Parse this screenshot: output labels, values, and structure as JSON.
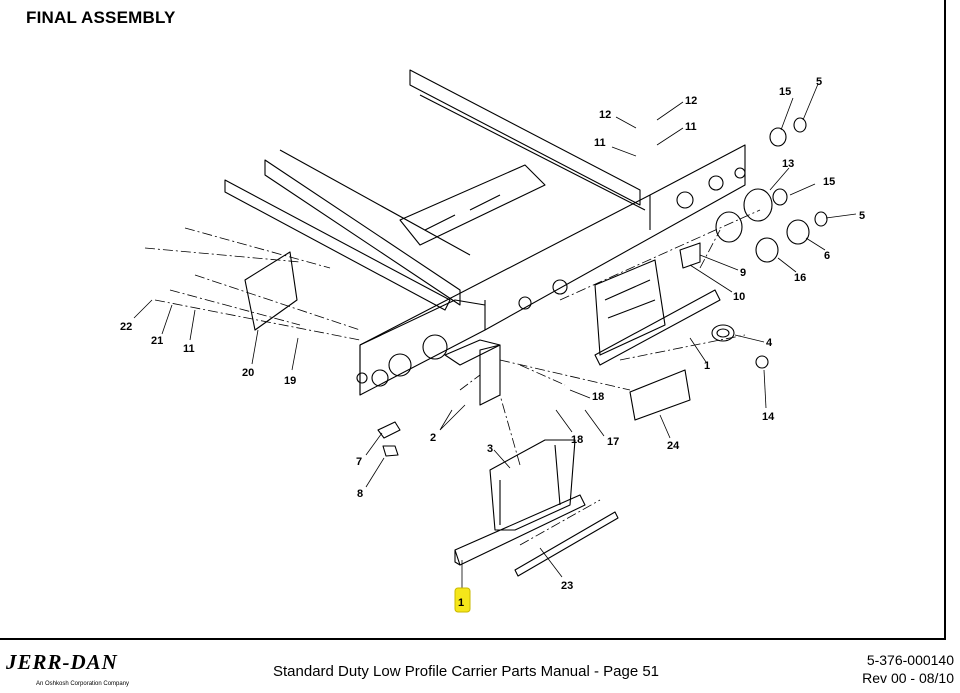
{
  "title": "FINAL ASSEMBLY",
  "callouts": [
    {
      "id": "c22",
      "label": "22"
    },
    {
      "id": "c21",
      "label": "21"
    },
    {
      "id": "c11a",
      "label": "11"
    },
    {
      "id": "c20",
      "label": "20"
    },
    {
      "id": "c19",
      "label": "19"
    },
    {
      "id": "c7",
      "label": "7"
    },
    {
      "id": "c8",
      "label": "8"
    },
    {
      "id": "c2",
      "label": "2"
    },
    {
      "id": "c3",
      "label": "3"
    },
    {
      "id": "c18a",
      "label": "18"
    },
    {
      "id": "c18b",
      "label": "18"
    },
    {
      "id": "c17",
      "label": "17"
    },
    {
      "id": "c24",
      "label": "24"
    },
    {
      "id": "c23",
      "label": "23"
    },
    {
      "id": "c1a",
      "label": "1"
    },
    {
      "id": "c1b",
      "label": "1"
    },
    {
      "id": "c14",
      "label": "14"
    },
    {
      "id": "c4",
      "label": "4"
    },
    {
      "id": "c9",
      "label": "9"
    },
    {
      "id": "c10",
      "label": "10"
    },
    {
      "id": "c16",
      "label": "16"
    },
    {
      "id": "c6",
      "label": "6"
    },
    {
      "id": "c5a",
      "label": "5"
    },
    {
      "id": "c15a",
      "label": "15"
    },
    {
      "id": "c13",
      "label": "13"
    },
    {
      "id": "c15b",
      "label": "15"
    },
    {
      "id": "c5b",
      "label": "5"
    },
    {
      "id": "c12a",
      "label": "12"
    },
    {
      "id": "c12b",
      "label": "12"
    },
    {
      "id": "c11b",
      "label": "11"
    },
    {
      "id": "c11c",
      "label": "11"
    }
  ],
  "highlight_color": "#f5e61a",
  "footer": {
    "logo": "JERR-DAN",
    "tagline": "An Oshkosh Corporation Company",
    "manual": "Standard Duty Low Profile Carrier Parts Manual  -  Page 51",
    "part_number": "5-376-000140",
    "revision": "Rev 00 - 08/10"
  }
}
